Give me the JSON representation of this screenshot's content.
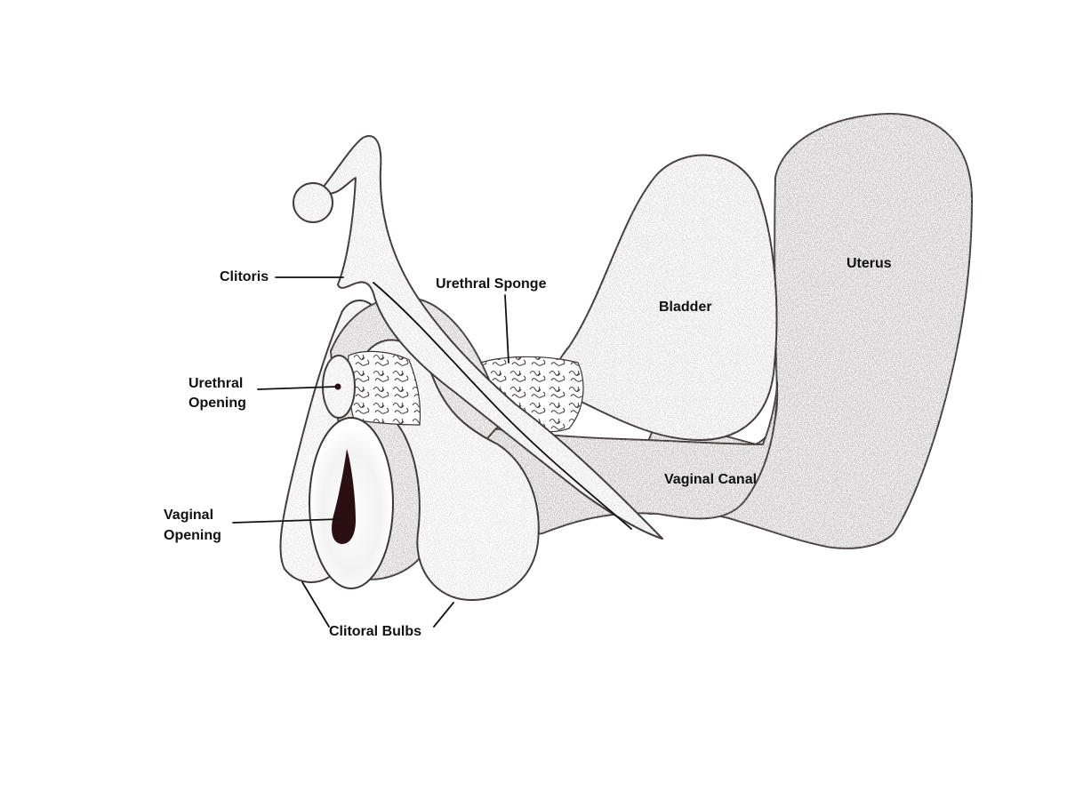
{
  "colors": {
    "outline": "#3d3535",
    "stipple": "#6b6464",
    "opening": "#2b1013",
    "text": "#111111",
    "background": "#ffffff"
  },
  "labels": {
    "clitoris": "Clitoris",
    "urethral_sponge": "Urethral Sponge",
    "bladder": "Bladder",
    "uterus": "Uterus",
    "urethral_opening_line1": "Urethral",
    "urethral_opening_line2": "Opening",
    "vaginal_canal": "Vaginal Canal",
    "vaginal_opening_line1": "Vaginal",
    "vaginal_opening_line2": "Opening",
    "clitoral_bulbs": "Clitoral Bulbs"
  }
}
